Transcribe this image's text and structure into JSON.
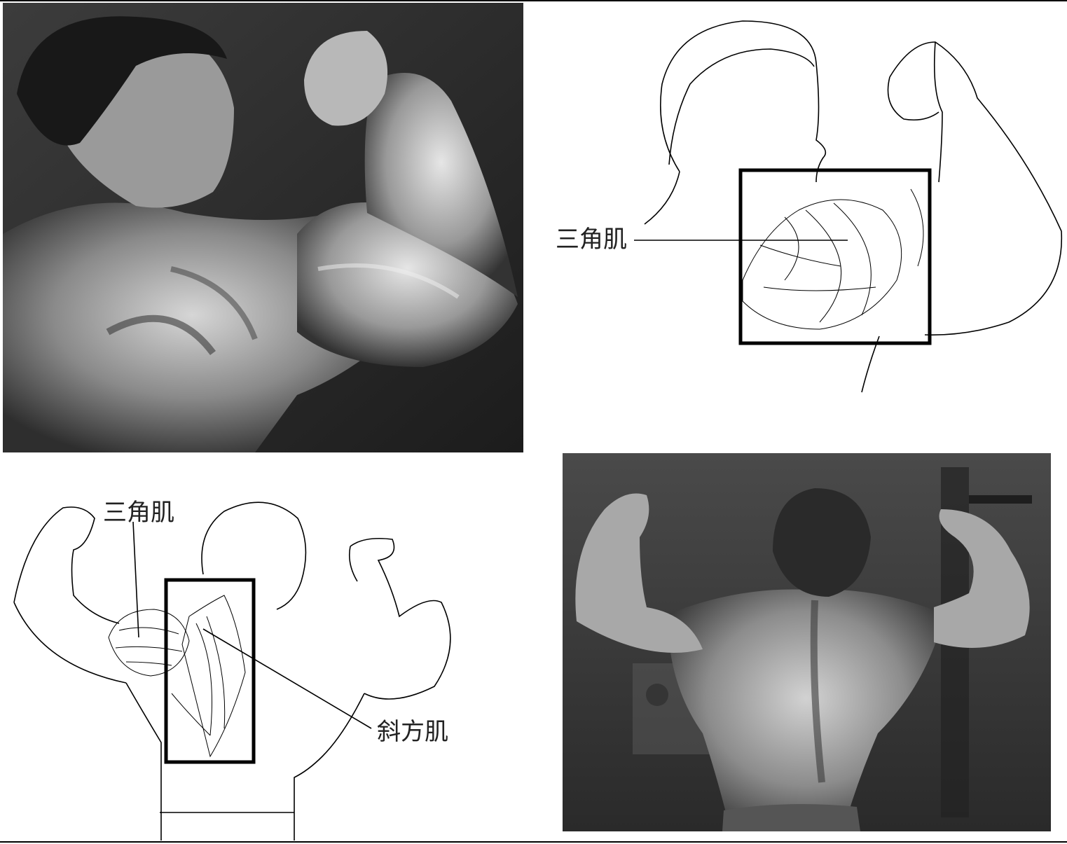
{
  "labels": {
    "deltoid_front": "三角肌",
    "deltoid_back": "三角肌",
    "trapezius": "斜方肌"
  },
  "colors": {
    "ink": "#000000",
    "photo_dark": "#1a1a1a",
    "photo_mid": "#6e6e6e",
    "photo_light": "#d8d8d8"
  }
}
